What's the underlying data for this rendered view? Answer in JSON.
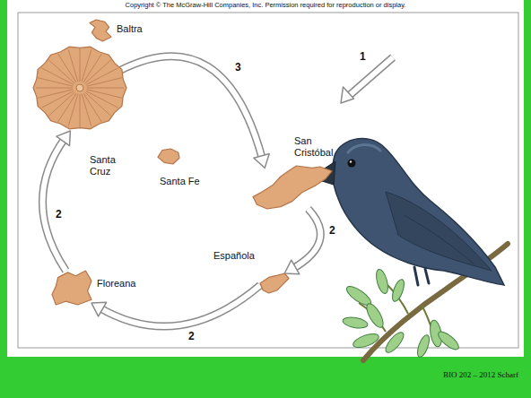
{
  "diagram": {
    "nodes": [
      {
        "text": [
          "Baltra"
        ]
      },
      {
        "text": [
          "Santa Cruz"
        ]
      },
      {
        "text": [
          "Santa Fe"
        ]
      },
      {
        "text": [
          "San Cristóbal"
        ]
      },
      {
        "text": [
          "Española"
        ]
      },
      {
        "text": [
          "Floreana"
        ]
      }
    ],
    "edges": [
      {
        "from": 1,
        "to": 3,
        "arrow": "to",
        "label": "3"
      },
      {
        "from": 3,
        "to": 4,
        "arrow": "to",
        "label": "2"
      },
      {
        "from": 4,
        "to": 5,
        "arrow": "to",
        "label": "2"
      },
      {
        "from": 5,
        "to": 1,
        "arrow": "to",
        "label": "2"
      }
    ],
    "labels": [
      "Copyright © The McGraw-Hill Companies, Inc. Permission required for reproduction or display.",
      "1",
      "BIO 202 – 2012 Scharf"
    ]
  }
}
